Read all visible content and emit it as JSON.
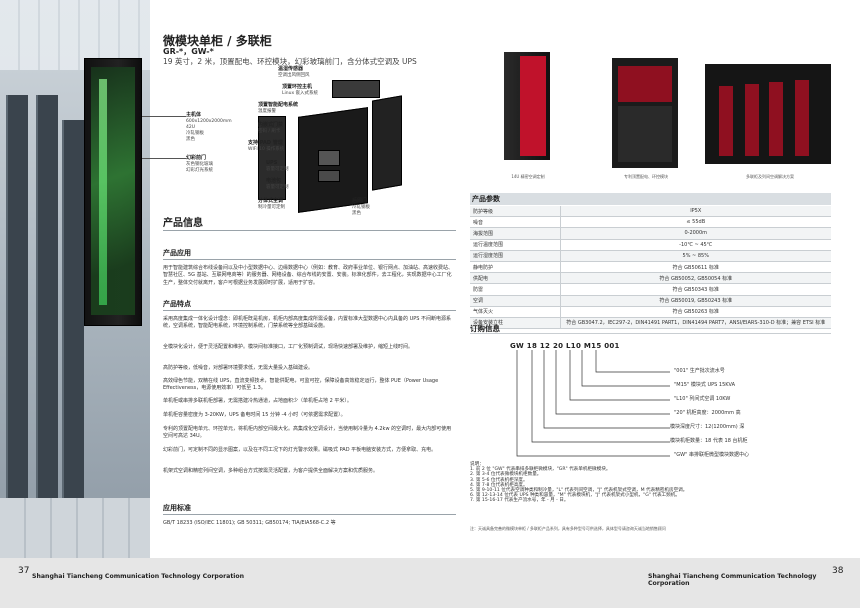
{
  "page": {
    "title": "微模块单柜 / 多联柜",
    "model": "GR-*，GW-*",
    "subtitle": "19 英寸，2 米，顶置配电、环控模块，幻彩玻璃前门，含分体式空调及 UPS"
  },
  "callouts_left": [
    {
      "label": "主机体",
      "desc": "600x1200x2000mm\n42U\n冷轧钢板\n黑色"
    },
    {
      "label": "幻彩前门",
      "desc": "灰色钢化玻璃\n幻彩灯光系统"
    }
  ],
  "callouts_diagram": [
    {
      "label": "温湿传感器",
      "desc": "空调出风侧回风"
    },
    {
      "label": "顶置环控主机",
      "desc": "Linux 嵌入式系统"
    },
    {
      "label": "顶置智能配电系统",
      "desc": "温度报警"
    },
    {
      "label": "内嵌式门禁",
      "desc": "密码 / 刷卡"
    },
    {
      "label": "支持 PAD 管理",
      "desc": "WIFI 10 操作系统"
    },
    {
      "label": "UPS",
      "desc": "容量可定制"
    },
    {
      "label": "电池包",
      "desc": "容量可定制"
    },
    {
      "label": "分体式空调",
      "desc": "制冷量可定制"
    },
    {
      "label": "后网门",
      "desc": "冷轧钢板\n黑色"
    }
  ],
  "photo_captions": [
    "14U 精密空调定制",
    "专利顶置配电、环控模块",
    "多联柜及列间空调解决方案"
  ],
  "sections": {
    "product_info": "产品信息",
    "application_title": "产品应用",
    "application_text": "用于智能建筑综合布线设备间以及中小型数据中心、边缘数据中心（例如：教育、政府事业单位、银行网点、加油站、高速收费站、智慧社区、5G 基站、互联网电商等）的服务器、网络设备、综合布线的安置、安装。标准化部件，去工程化，实现数据中心工厂化生产，整体交付就离开，客户可根据业务发展即时扩展，适用于扩容。",
    "features_title": "产品特点",
    "features": [
      "采用高度集成一体化设计理念：即机柜既是机房，机柜内部高度集成所需设备，内置标准大型数据中心内具备的 UPS 不间断电源系统，空调系统，智能配电系统，环境控制系统，门禁系统等全部基础设施。",
      "全模块化设计，便于灵活配置和维护。模块间标准接口，工厂化预制调试，现场快速部署及维护，缩短上线时间。",
      "高防护等级，低噪音，对部署环境要求低，无需大量投入基础建设。",
      "高效绿色节能，双精在线 UPS，直流变频技术，智能供配电，可监可控，保障设备高效稳定运行，整体 PUE（Power Usage Effectiveness，电源使用效率）可低至 1.3。",
      "单机柜或串排多联机柜部署，无需搭建冷热通道，占地面积少（单机柜占地 2 平米）。",
      "单机柜容量密度为 3-20KW，UPS 备电时间 15 分钟 -4 小时（可依据需求配置）。",
      "专利的顶置配电单元、环控单元，将机柜内部空间最大化。高集成化空调设计，当使用制冷量为 4.2kw 的空调时，最大内部可使用空间可高达 34U。",
      "幻彩前门，可定制不同的显示图案，以及在不同工况下的灯光警示效果。磁吸式 PAD 平板电脑安装方式，方便拿取、充电。",
      "机架式空调和精密列间空调，多种组合方式按需灵活配置，为客户提供全面解决方案和优质服务。"
    ],
    "standard_title": "应用标准",
    "standard_text": "GB/T 18233 (ISO/IEC 11801); GB 50311; GB50174; TIA/EIA568-C.2 等"
  },
  "spec": {
    "title": "产品参数",
    "rows": [
      {
        "k": "防护等级",
        "v": "IP5X"
      },
      {
        "k": "噪音",
        "v": "≤ 55dB"
      },
      {
        "k": "海拔范围",
        "v": "0-2000m"
      },
      {
        "k": "运行温度范围",
        "v": "-10℃ ~ 45℃"
      },
      {
        "k": "运行湿度范围",
        "v": "5% ~ 85%"
      },
      {
        "k": "静电防护",
        "v": "符合 GB50611 标准"
      },
      {
        "k": "供配电",
        "v": "符合 GB50052, GB50054 标准"
      },
      {
        "k": "防雷",
        "v": "符合 GB50343 标准"
      },
      {
        "k": "空调",
        "v": "符合 GB50019, GB50243 标准"
      },
      {
        "k": "气体灭火",
        "v": "符合 GB50263 标准"
      },
      {
        "k": "设备安装立柱",
        "v": "符合 GB3047.2，IEC297-2，DIN41491 PART1，DIN41494 PART7，ANSI/EIARS-310-D 标准；兼容 ETSI 标准"
      }
    ]
  },
  "order": {
    "title": "订购信息",
    "code": "GW 18 12 20 L10 M15 001",
    "labels": [
      "\"001\" 生产批次流水号",
      "\"M15\" 模块式 UPS 15KVA",
      "\"L10\" 列间式空调 10KW",
      "\"20\" 机柜高度：2000mm 高",
      "模块深度尺寸：12(1200mm) 深",
      "模块机柜数量：18 代表 18 台机柜",
      "\"GW\" 串排联柜微型模块数据中心"
    ],
    "notes": [
      "说明：",
      "1. 前 2 位 \"GW\" 代表串排多联柜微模块，\"GR\" 代表单机柜微模块。",
      "2. 第 3-4 位代表微模块机柜数量。",
      "3. 第 5-6 位代表机柜深度。",
      "4. 第 7-8 位代表机柜高度。",
      "5. 第 9-10-11 位代表空调种类和制冷量，\"L\" 代表列间空调，\"J\" 代表机架式空调，M 代表精密机房空调。",
      "6. 第 12-13-14 位代表 UPS 种类和容量，\"M\" 代表模块机，\"J\" 代表机架式小型机，\"G\" 代表工频机。",
      "7. 第 15-16-17 代表生产流水号，年 - 月 - 日。"
    ],
    "footnote": "注：天诚具备完善的微模块单柜 / 多联柜产品系列，具有多种型号可供选择，具体型号请咨询天诚当地销售顾问"
  },
  "footer": {
    "page_left": "37",
    "page_right": "38",
    "company_left": "Shanghai Tiancheng Communication Technology Corporation",
    "company_right": "Shanghai Tiancheng Communication Technology Corporation"
  },
  "colors": {
    "accent_red": "#c0122b",
    "rack_green": "#2f7a34",
    "footer_bg": "#e6e6e6"
  }
}
